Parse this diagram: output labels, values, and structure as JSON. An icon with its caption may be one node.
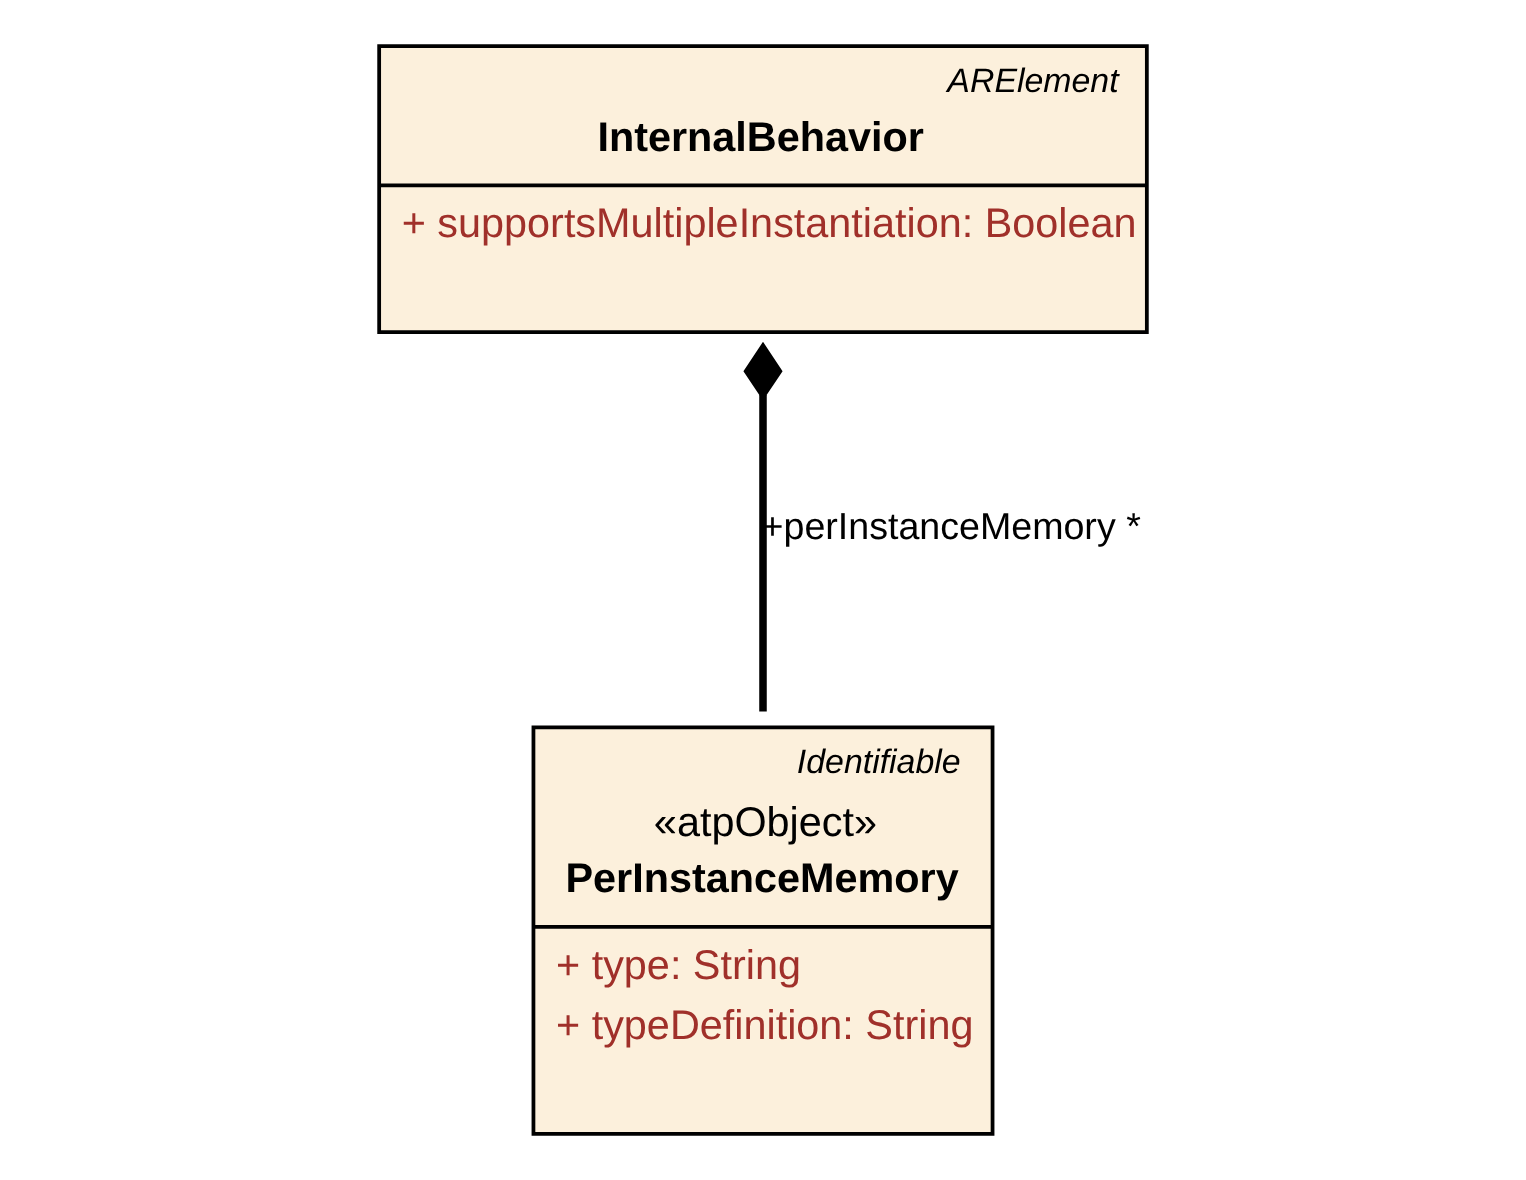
{
  "diagram": {
    "nodes": [
      {
        "text": [
          "ARElement",
          "InternalBehavior",
          "+ supportsMultipleInstantiation: Boolean"
        ]
      },
      {
        "text": [
          "Identifiable",
          "«atpObject»",
          "PerInstanceMemory",
          "+ type: String",
          "+ typeDefinition: String"
        ]
      }
    ],
    "edges": [
      {
        "from": 0,
        "to": 1,
        "arrow": "other",
        "label": "+perInstanceMemory *"
      }
    ]
  }
}
